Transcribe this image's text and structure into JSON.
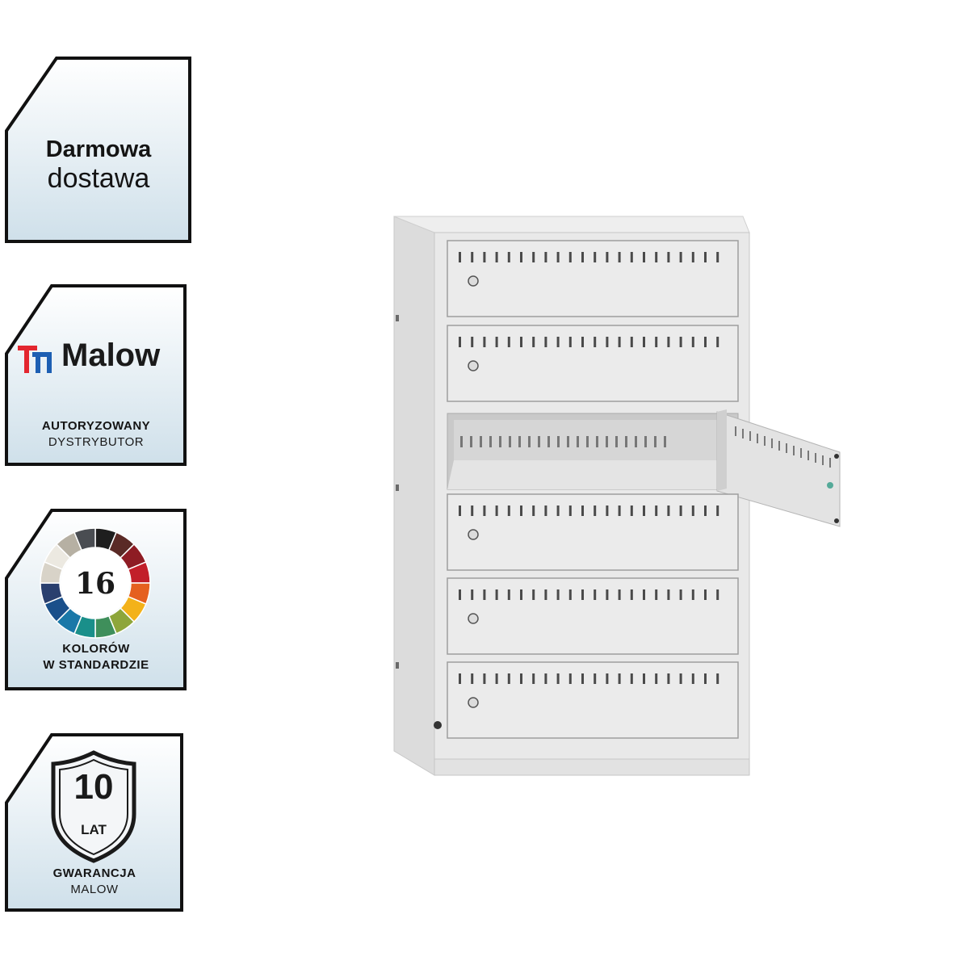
{
  "badges": {
    "delivery": {
      "line1": "Darmowa",
      "line2": "dostawa"
    },
    "distributor": {
      "brand": "Malow",
      "line1": "AUTORYZOWANY",
      "line2": "DYSTRYBUTOR",
      "logo_colors": [
        "#e3262f",
        "#1d5fb3"
      ]
    },
    "colors": {
      "count": "16",
      "line1": "KOLORÓW",
      "line2": "W STANDARDZIE",
      "wheel": [
        "#1e1e1e",
        "#5a2a26",
        "#8e1c24",
        "#c21f2a",
        "#e5601f",
        "#f3b21a",
        "#8ea63b",
        "#3f8f5b",
        "#1a8f8a",
        "#1a78a8",
        "#1a4f8a",
        "#2a3f6e",
        "#d8d3c8",
        "#ece9e1",
        "#b6b0a3",
        "#4a4d52"
      ]
    },
    "warranty": {
      "number": "10",
      "unit": "LAT",
      "line1": "GWARANCJA",
      "line2": "MALOW"
    }
  },
  "product": {
    "name": "locker-cabinet",
    "compartments": 6,
    "open_compartment": 3,
    "color": "#e6e6e6"
  }
}
